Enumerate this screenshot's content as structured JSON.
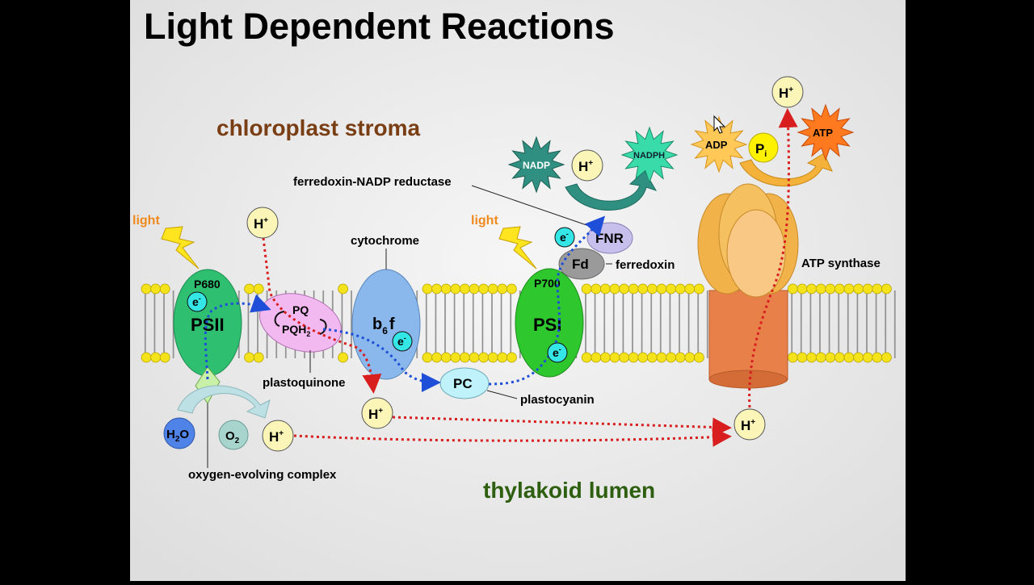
{
  "slide": {
    "title": "Light Dependent Reactions",
    "stroma_label": "chloroplast stroma",
    "lumen_label": "thylakoid lumen"
  },
  "labels": {
    "light_left": "light",
    "light_right": "light",
    "psii": "PSII",
    "p680": "P680",
    "pq": "PQ",
    "pqh2": "PQH",
    "pqh2_sub": "2",
    "plastoquinone": "plastoquinone",
    "cytochrome": "cytochrome",
    "b6f_b": "b",
    "b6f_sub": "6",
    "b6f_f": "f",
    "pc": "PC",
    "plastocyanin": "plastocyanin",
    "psi": "PSI",
    "p700": "P700",
    "fnr": "FNR",
    "fd": "Fd",
    "ferredoxin": "ferredoxin",
    "fnr_reductase": "ferredoxin-NADP reductase",
    "nadp": "NADP",
    "nadph": "NADPH",
    "atp_synthase": "ATP synthase",
    "adp": "ADP",
    "pi": "P",
    "pi_sub": "i",
    "atp": "ATP",
    "h2o": "H",
    "h2o_sub": "2",
    "h2o_o": "O",
    "o2": "O",
    "o2_sub": "2",
    "oec": "oxygen-evolving complex",
    "h": "H",
    "h_sup": "+",
    "e": "e",
    "e_sup": "-"
  },
  "colors": {
    "background": "#ececec",
    "title": "#000000",
    "stroma": "#7a3e14",
    "lumen": "#2e5e10",
    "light": "#f08a1e",
    "membrane_head": "#f4e21a",
    "psii": "#2fbf71",
    "pq": "#f2b8f0",
    "b6f": "#8ab8ec",
    "pc": "#bff2fb",
    "psi": "#2ec82e",
    "fnr": "#c8c0ec",
    "fd": "#9a9a9a",
    "atp_synthase_base": "#e8804a",
    "atp_synthase_head": "#f2b24a",
    "h_ion": "#fbf6b8",
    "electron": "#35e6e6",
    "electron_path": "#1f4fd8",
    "proton_path": "#d81e1e",
    "h2o": "#4f83e8",
    "o2": "#a7d4cc",
    "nadp": "#2f8f80",
    "nadph": "#39dca8",
    "adp": "#ffc857",
    "atp": "#ff7a1e",
    "pi": "#fff200"
  }
}
